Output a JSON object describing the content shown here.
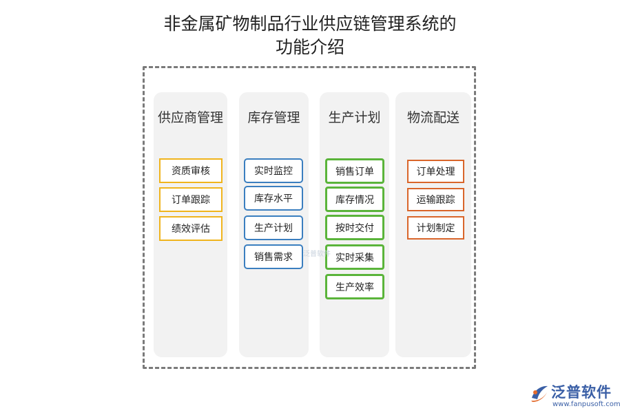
{
  "title": {
    "line1": "非金属矿物制品行业供应链管理系统的",
    "line2": "功能介绍"
  },
  "columns": [
    {
      "title": "供应商管理",
      "color": "#f0b41c",
      "items": [
        "资质审核",
        "订单跟踪",
        "绩效评估"
      ]
    },
    {
      "title": "库存管理",
      "color": "#3a7ebf",
      "items": [
        "实时监控",
        "库存水平",
        "生产计划",
        "销售需求"
      ]
    },
    {
      "title": "生产计划",
      "color": "#5ab43a",
      "items": [
        "销售订单",
        "库存情况",
        "按时交付",
        "实时采集",
        "生产效率"
      ]
    },
    {
      "title": "物流配送",
      "color": "#d9652a",
      "items": [
        "订单处理",
        "运输跟踪",
        "计划制定"
      ]
    }
  ],
  "watermark": "泛普软件",
  "logo": {
    "name": "泛普软件",
    "url": "www.fanpusoft.com",
    "icon": "fanpu-logo-icon",
    "brand_color": "#3a5fa6"
  }
}
